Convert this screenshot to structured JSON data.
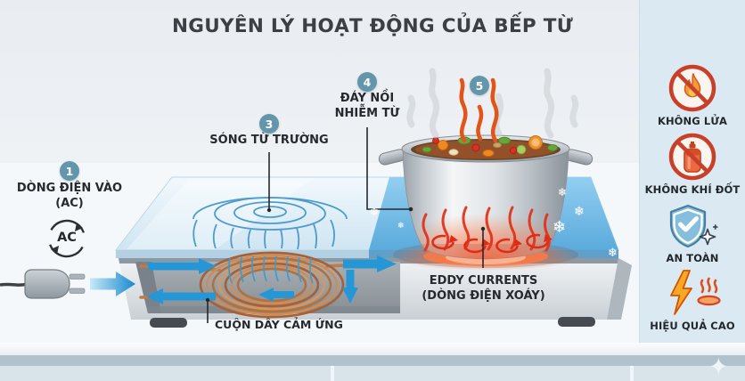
{
  "title": "NGUYÊN LÝ HOẠT ĐỘNG CỦA BẾP TỪ",
  "steps": {
    "s1": {
      "number": "1",
      "line1": "DÒNG ĐIỆN VÀO",
      "line2": "(AC)"
    },
    "s3": {
      "number": "3",
      "label": "SÓNG TỪ TRƯỜNG"
    },
    "s4": {
      "number": "4",
      "line1": "ĐÁY NỒI",
      "line2": "NHIỄM TỪ"
    },
    "s5": {
      "number": "5"
    }
  },
  "annotations": {
    "ac_symbol": "AC",
    "coil": "CUỘN DÂY CẢM ỨNG",
    "eddy_line1": "EDDY CURRENTS",
    "eddy_line2": "(DÒNG ĐIỆN XOÁY)"
  },
  "benefits": [
    {
      "icon": "no-fire-icon",
      "label": "KHÔNG LỬA"
    },
    {
      "icon": "no-gas-icon",
      "label": "KHÔNG KHÍ ĐỐT"
    },
    {
      "icon": "shield-check-icon",
      "label": "AN TOÀN"
    },
    {
      "icon": "high-efficiency-icon",
      "label": "HIỆU QUẢ CAO"
    }
  ],
  "icons": {
    "snowflake": "❄",
    "sparkle": "✦"
  },
  "colors": {
    "badge": "#6496ab",
    "accent_blue": "#2697d6",
    "heat_red": "#e02f1d",
    "copper": "#c07a45",
    "sidebar_bg": "#dbe9f3",
    "cook_zone_blue": "#6fb8e6",
    "prohibition_red": "#c8402a"
  }
}
